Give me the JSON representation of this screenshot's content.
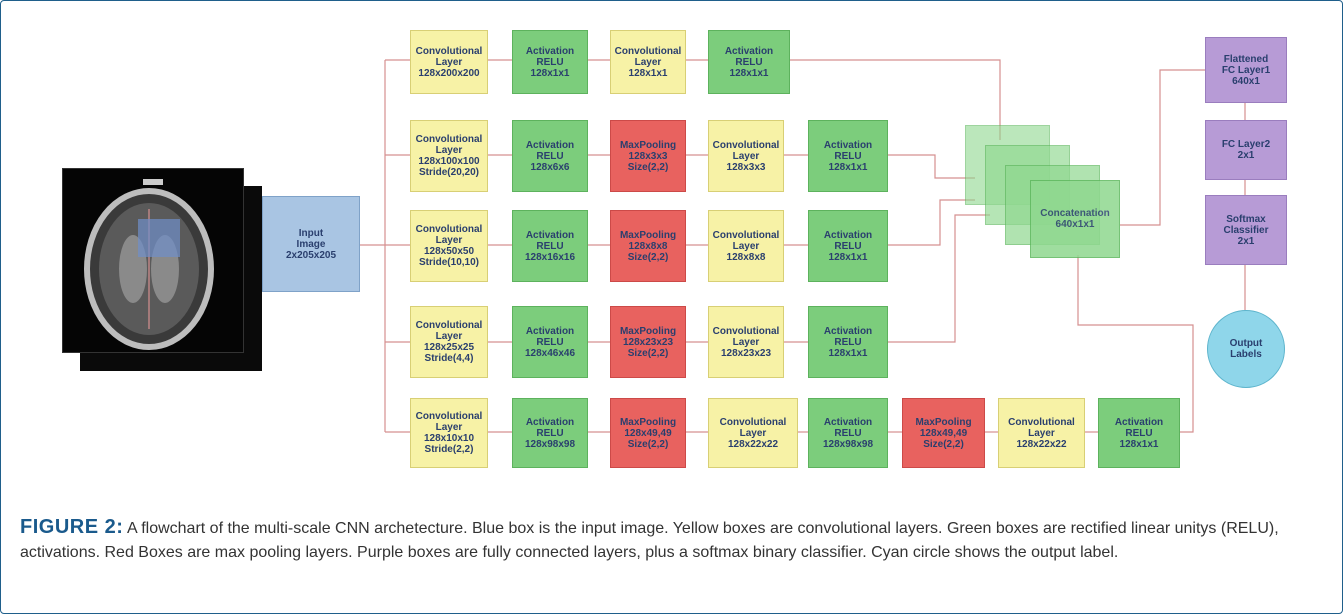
{
  "diagram": {
    "input": "Input\nImage\n2x205x205",
    "rows": [
      [
        "Convolutional\nLayer\n128x200x200",
        "Activation\nRELU\n128x1x1",
        "Convolutional\nLayer\n128x1x1",
        "Activation\nRELU\n128x1x1"
      ],
      [
        "Convolutional\nLayer\n128x100x100\nStride(20,20)",
        "Activation\nRELU\n128x6x6",
        "MaxPooling\n128x3x3\nSize(2,2)",
        "Convolutional\nLayer\n128x3x3",
        "Activation\nRELU\n128x1x1"
      ],
      [
        "Convolutional\nLayer\n128x50x50\nStride(10,10)",
        "Activation\nRELU\n128x16x16",
        "MaxPooling\n128x8x8\nSize(2,2)",
        "Convolutional\nLayer\n128x8x8",
        "Activation\nRELU\n128x1x1"
      ],
      [
        "Convolutional\nLayer\n128x25x25\nStride(4,4)",
        "Activation\nRELU\n128x46x46",
        "MaxPooling\n128x23x23\nSize(2,2)",
        "Convolutional\nLayer\n128x23x23",
        "Activation\nRELU\n128x1x1"
      ],
      [
        "Convolutional\nLayer\n128x10x10\nStride(2,2)",
        "Activation\nRELU\n128x98x98",
        "MaxPooling\n128x49,49\nSize(2,2)",
        "Convolutional\nLayer\n128x22x22",
        "Activation\nRELU\n128x98x98",
        "MaxPooling\n128x49,49\nSize(2,2)",
        "Convolutional\nLayer\n128x22x22",
        "Activation\nRELU\n128x1x1"
      ]
    ],
    "concat": "Concatenation\n640x1x1",
    "fc1": "Flattened\nFC Layer1\n640x1",
    "fc2": "FC Layer2\n2x1",
    "softmax": "Softmax\nClassifier\n2x1",
    "output": "Output\nLabels"
  },
  "caption": {
    "label": "FIGURE 2:",
    "text": " A flowchart of the multi-scale CNN archetecture. Blue box is the input image. Yellow boxes are convolutional layers. Green boxes are rectified linear unitys (RELU), activations. Red Boxes are max pooling layers. Purple boxes are fully connected layers, plus a softmax binary classifier. Cyan circle shows the output label."
  }
}
